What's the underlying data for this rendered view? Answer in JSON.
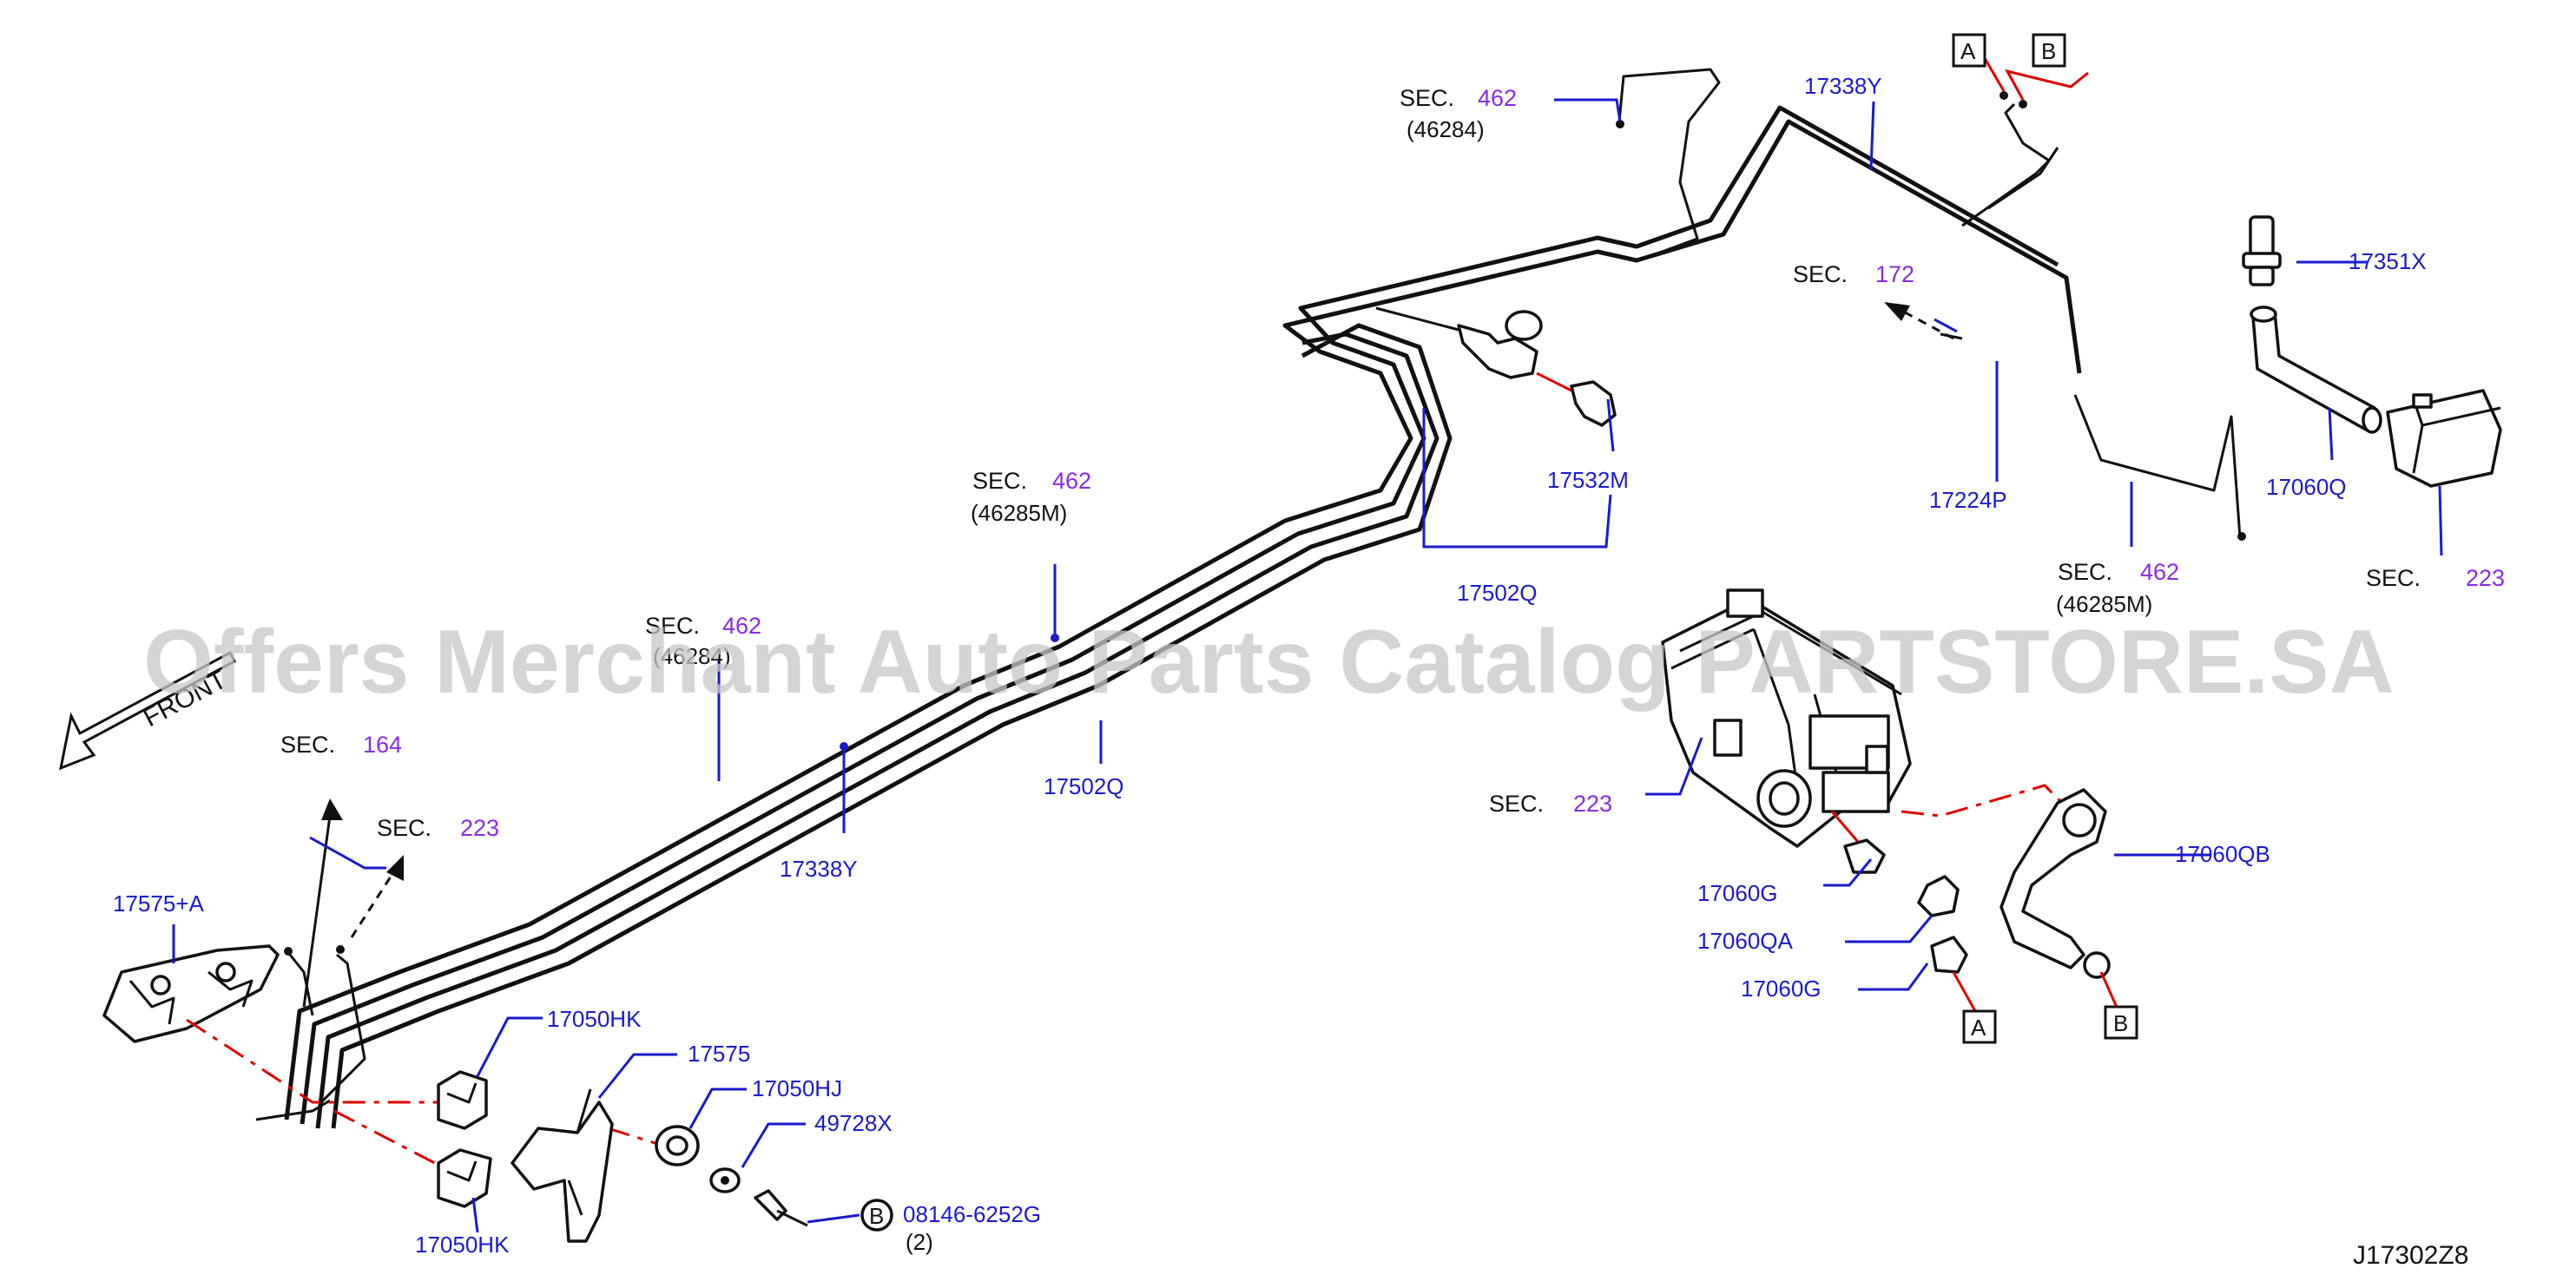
{
  "watermark": "Offers Merchant Auto Parts Catalog PARTSTORE.SA",
  "diagram_code": "J17302Z8",
  "front_label": "FRONT",
  "sec_prefix": "SEC.",
  "section_refs": [
    {
      "id": "sec462-top",
      "num": "462",
      "sub": "(46284)"
    },
    {
      "id": "sec172",
      "num": "172",
      "sub": ""
    },
    {
      "id": "sec462-mid",
      "num": "462",
      "sub": "(46285M)"
    },
    {
      "id": "sec462-left",
      "num": "462",
      "sub": "(46284)"
    },
    {
      "id": "sec164",
      "num": "164",
      "sub": ""
    },
    {
      "id": "sec223-left",
      "num": "223",
      "sub": ""
    },
    {
      "id": "sec462-right",
      "num": "462",
      "sub": "(46285M)"
    },
    {
      "id": "sec223-right",
      "num": "223",
      "sub": ""
    },
    {
      "id": "sec223-canister",
      "num": "223",
      "sub": ""
    }
  ],
  "part_labels": [
    {
      "id": "p17338y-top",
      "text": "17338Y"
    },
    {
      "id": "p17351x",
      "text": "17351X"
    },
    {
      "id": "p17532m",
      "text": "17532M"
    },
    {
      "id": "p17224p",
      "text": "17224P"
    },
    {
      "id": "p17060q",
      "text": "17060Q"
    },
    {
      "id": "p17502q-top",
      "text": "17502Q"
    },
    {
      "id": "p17502q-mid",
      "text": "17502Q"
    },
    {
      "id": "p17338y-mid",
      "text": "17338Y"
    },
    {
      "id": "p17575a",
      "text": "17575+A"
    },
    {
      "id": "p17050hk-top",
      "text": "17050HK"
    },
    {
      "id": "p17575",
      "text": "17575"
    },
    {
      "id": "p17050hj",
      "text": "17050HJ"
    },
    {
      "id": "p49728x",
      "text": "49728X"
    },
    {
      "id": "p08146",
      "text": "08146-6252G"
    },
    {
      "id": "p17050hk-bot",
      "text": "17050HK"
    },
    {
      "id": "p17060qb",
      "text": "17060QB"
    },
    {
      "id": "p17060g-1",
      "text": "17060G"
    },
    {
      "id": "p17060qa",
      "text": "17060QA"
    },
    {
      "id": "p17060g-2",
      "text": "17060G"
    }
  ],
  "bolt_marker": "B",
  "bolt_qty": "(2)",
  "connector_boxes": {
    "a": "A",
    "b": "B"
  }
}
